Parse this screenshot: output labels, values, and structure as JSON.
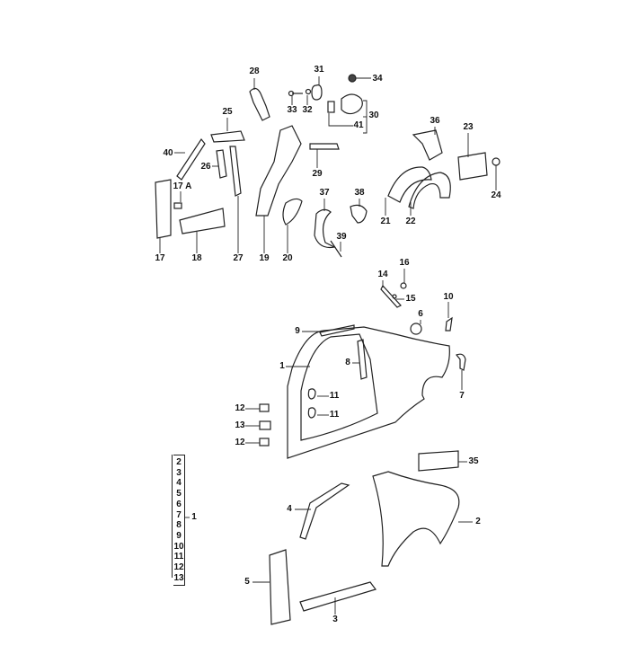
{
  "diagram": {
    "callouts": [
      "28",
      "31",
      "34",
      "33",
      "32",
      "30",
      "41",
      "25",
      "36",
      "23",
      "40",
      "26",
      "29",
      "17 A",
      "37",
      "38",
      "24",
      "21",
      "22",
      "17",
      "18",
      "27",
      "19",
      "20",
      "39",
      "16",
      "14",
      "15",
      "10",
      "6",
      "9",
      "8",
      "1",
      "11",
      "11",
      "12",
      "13",
      "12",
      "7",
      "35",
      "4",
      "2",
      "5",
      "3"
    ],
    "assembly_group": {
      "parent": "1",
      "members": [
        "2",
        "3",
        "4",
        "5",
        "6",
        "7",
        "8",
        "9",
        "10",
        "11",
        "12",
        "13"
      ]
    }
  }
}
